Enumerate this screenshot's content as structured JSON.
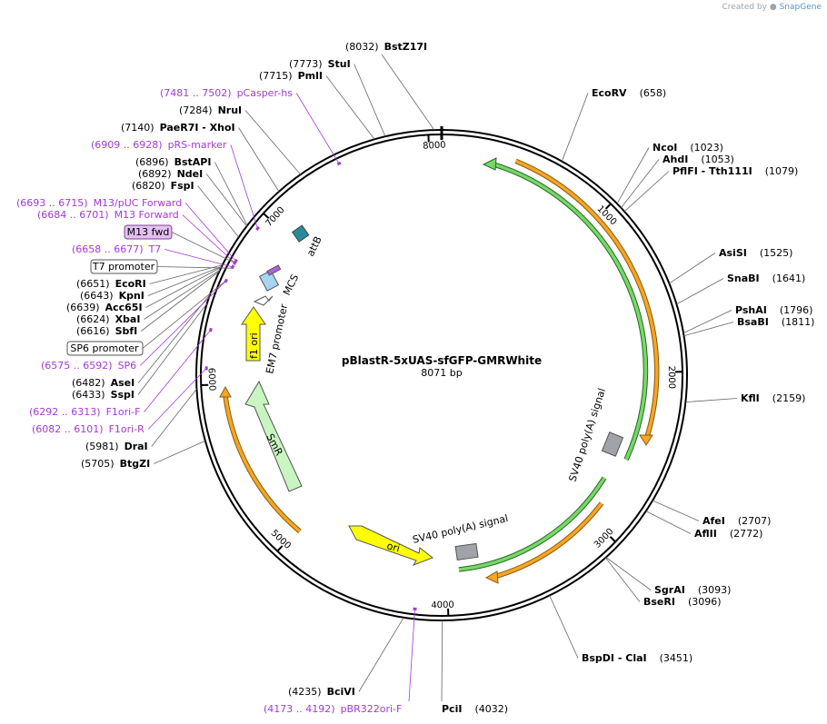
{
  "credit": {
    "prefix": "Created by",
    "brand": "SnapGene"
  },
  "plasmid": {
    "name": "pBlastR-5xUAS-sfGFP-GMRWhite",
    "size": "8071 bp",
    "length": 8071
  },
  "colors": {
    "primer": "#a33ad6",
    "orange": "#f5a623",
    "green": "#4caf50",
    "yellow": "#ffff00",
    "teal": "#2a8a9a",
    "gray": "#a0a4a8"
  },
  "ticks": [
    {
      "pos": 1000,
      "label": "1000"
    },
    {
      "pos": 2000,
      "label": "2000"
    },
    {
      "pos": 3000,
      "label": "3000"
    },
    {
      "pos": 4000,
      "label": "4000"
    },
    {
      "pos": 5000,
      "label": "5000"
    },
    {
      "pos": 6000,
      "label": "6000"
    },
    {
      "pos": 7000,
      "label": "7000"
    },
    {
      "pos": 8000,
      "label": "8000"
    }
  ],
  "sites": [
    {
      "name": "BstZ17I",
      "pos": "(8032)",
      "bp": 8032,
      "side": "right"
    },
    {
      "name": "StuI",
      "pos": "(7773)",
      "bp": 7773,
      "side": "left"
    },
    {
      "name": "PmlI",
      "pos": "(7715)",
      "bp": 7715,
      "side": "left"
    },
    {
      "name": "NruI",
      "pos": "(7284)",
      "bp": 7284,
      "side": "left"
    },
    {
      "name": "PaeR7I  - XhoI",
      "pos": "(7140)",
      "bp": 7140,
      "side": "left"
    },
    {
      "name": "BstAPI",
      "pos": "(6896)",
      "bp": 6896,
      "side": "left"
    },
    {
      "name": "NdeI",
      "pos": "(6892)",
      "bp": 6892,
      "side": "left"
    },
    {
      "name": "FspI",
      "pos": "(6820)",
      "bp": 6820,
      "side": "left"
    },
    {
      "name": "EcoRI",
      "pos": "(6651)",
      "bp": 6651,
      "side": "left"
    },
    {
      "name": "KpnI",
      "pos": "(6643)",
      "bp": 6643,
      "side": "left"
    },
    {
      "name": "Acc65I",
      "pos": "(6639)",
      "bp": 6639,
      "side": "left"
    },
    {
      "name": "XbaI",
      "pos": "(6624)",
      "bp": 6624,
      "side": "left"
    },
    {
      "name": "SbfI",
      "pos": "(6616)",
      "bp": 6616,
      "side": "left"
    },
    {
      "name": "AseI",
      "pos": "(6482)",
      "bp": 6482,
      "side": "left"
    },
    {
      "name": "SspI",
      "pos": "(6433)",
      "bp": 6433,
      "side": "left"
    },
    {
      "name": "DraI",
      "pos": "(5981)",
      "bp": 5981,
      "side": "left"
    },
    {
      "name": "BtgZI",
      "pos": "(5705)",
      "bp": 5705,
      "side": "left"
    },
    {
      "name": "EcoRV",
      "pos": "(658)",
      "bp": 658,
      "side": "right"
    },
    {
      "name": "NcoI",
      "pos": "(1023)",
      "bp": 1023,
      "side": "right"
    },
    {
      "name": "AhdI",
      "pos": "(1053)",
      "bp": 1053,
      "side": "right"
    },
    {
      "name": "PflFI  - Tth111I",
      "pos": "(1079)",
      "bp": 1079,
      "side": "right"
    },
    {
      "name": "AsiSI",
      "pos": "(1525)",
      "bp": 1525,
      "side": "right"
    },
    {
      "name": "SnaBI",
      "pos": "(1641)",
      "bp": 1641,
      "side": "right"
    },
    {
      "name": "PshAI",
      "pos": "(1796)",
      "bp": 1796,
      "side": "right"
    },
    {
      "name": "BsaBI",
      "pos": "(1811)",
      "bp": 1811,
      "side": "right"
    },
    {
      "name": "KflI",
      "pos": "(2159)",
      "bp": 2159,
      "side": "right"
    },
    {
      "name": "AfeI",
      "pos": "(2707)",
      "bp": 2707,
      "side": "right"
    },
    {
      "name": "AflII",
      "pos": "(2772)",
      "bp": 2772,
      "side": "right"
    },
    {
      "name": "SgrAI",
      "pos": "(3093)",
      "bp": 3093,
      "side": "right"
    },
    {
      "name": "BseRI",
      "pos": "(3096)",
      "bp": 3096,
      "side": "right"
    },
    {
      "name": "BspDI  - ClaI",
      "pos": "(3451)",
      "bp": 3451,
      "side": "right"
    },
    {
      "name": "PciI",
      "pos": "(4032)",
      "bp": 4032,
      "side": "right"
    },
    {
      "name": "BciVI",
      "pos": "(4235)",
      "bp": 4235,
      "side": "left"
    }
  ],
  "primers": [
    {
      "name": "pCasper-hs",
      "range": "(7481 .. 7502)",
      "bp": 7491
    },
    {
      "name": "pRS-marker",
      "range": "(6909 .. 6928)",
      "bp": 6918
    },
    {
      "name": "M13/pUC Forward",
      "range": "(6693 .. 6715)",
      "bp": 6704
    },
    {
      "name": "M13 Forward",
      "range": "(6684 .. 6701)",
      "bp": 6692
    },
    {
      "name": "T7",
      "range": "(6658 .. 6677)",
      "bp": 6667
    },
    {
      "name": "SP6",
      "range": "(6575 .. 6592)",
      "bp": 6583
    },
    {
      "name": "F1ori-F",
      "range": "(6292 .. 6313)",
      "bp": 6302
    },
    {
      "name": "F1ori-R",
      "range": "(6082 .. 6101)",
      "bp": 6091
    },
    {
      "name": "pBR322ori-F",
      "range": "(4173 .. 4192)",
      "bp": 4182
    }
  ],
  "boxed": [
    {
      "name": "M13 fwd",
      "style": "purple",
      "bp": 6692
    },
    {
      "name": "T7 promoter",
      "style": "white",
      "bp": 6660
    },
    {
      "name": "SP6 promoter",
      "style": "white",
      "bp": 6585
    }
  ],
  "features": [
    {
      "name": "SV40 poly(A) signal",
      "kind": "label"
    },
    {
      "name": "SV40 poly(A) signal",
      "kind": "label"
    },
    {
      "name": "ori",
      "kind": "arrow"
    },
    {
      "name": "SmR",
      "kind": "arrow"
    },
    {
      "name": "f1 ori",
      "kind": "arrow"
    },
    {
      "name": "EM7 promoter",
      "kind": "label"
    },
    {
      "name": "MCS",
      "kind": "label"
    },
    {
      "name": "attB",
      "kind": "label"
    }
  ]
}
